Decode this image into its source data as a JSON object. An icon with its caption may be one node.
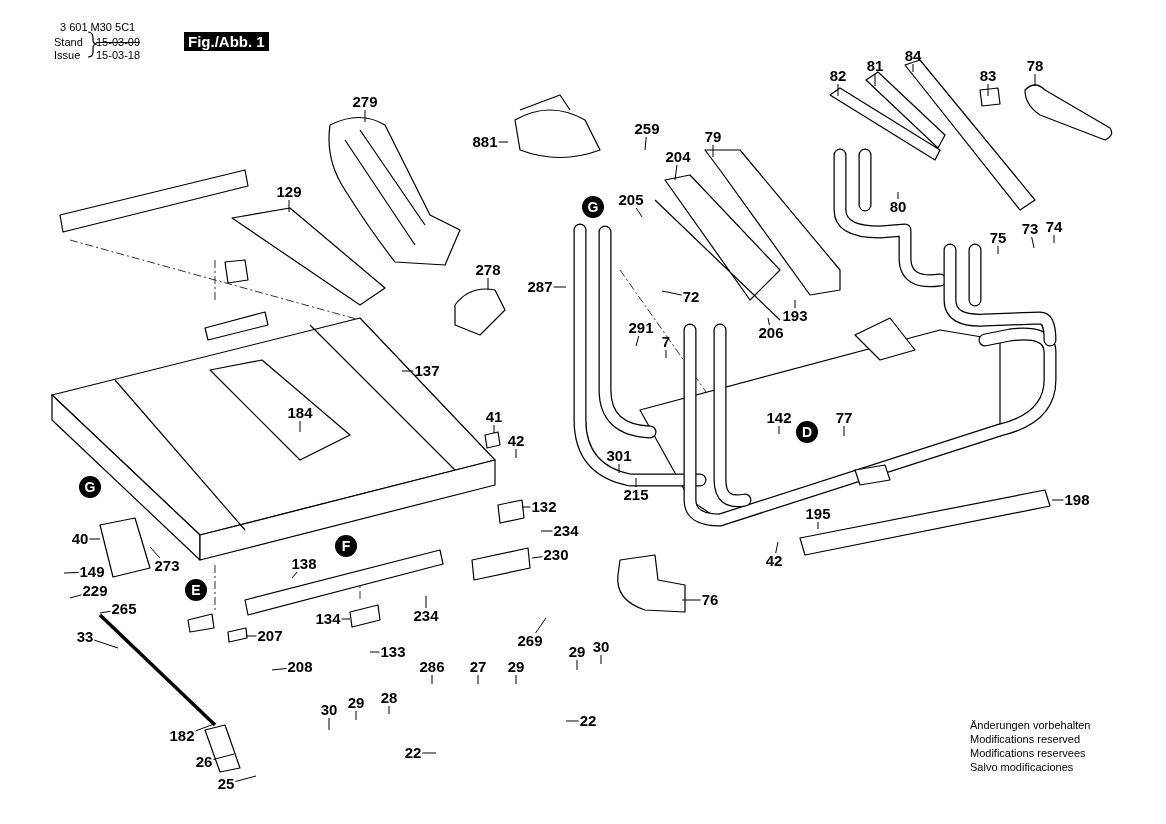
{
  "diagram": {
    "nodes": [
      {
        "text": [
          "279"
        ]
      },
      {
        "text": [
          "881"
        ]
      },
      {
        "text": [
          "259"
        ]
      },
      {
        "text": [
          "204"
        ]
      },
      {
        "text": [
          "79"
        ]
      },
      {
        "text": [
          "82"
        ]
      },
      {
        "text": [
          "81"
        ]
      },
      {
        "text": [
          "84"
        ]
      },
      {
        "text": [
          "83"
        ]
      },
      {
        "text": [
          "78"
        ]
      },
      {
        "text": [
          "129"
        ]
      },
      {
        "text": [
          "205"
        ]
      },
      {
        "text": [
          "80"
        ]
      },
      {
        "text": [
          "75"
        ]
      },
      {
        "text": [
          "73"
        ]
      },
      {
        "text": [
          "74"
        ]
      },
      {
        "text": [
          "278"
        ]
      },
      {
        "text": [
          "287"
        ]
      },
      {
        "text": [
          "72"
        ]
      },
      {
        "text": [
          "206"
        ]
      },
      {
        "text": [
          "193"
        ]
      },
      {
        "text": [
          "291"
        ]
      },
      {
        "text": [
          "7"
        ]
      },
      {
        "text": [
          "137"
        ]
      },
      {
        "text": [
          "184"
        ]
      },
      {
        "text": [
          "41"
        ]
      },
      {
        "text": [
          "42"
        ]
      },
      {
        "text": [
          "142"
        ]
      },
      {
        "text": [
          "77"
        ]
      },
      {
        "text": [
          "301"
        ]
      },
      {
        "text": [
          "215"
        ]
      },
      {
        "text": [
          "198"
        ]
      },
      {
        "text": [
          "132"
        ]
      },
      {
        "text": [
          "234"
        ]
      },
      {
        "text": [
          "195"
        ]
      },
      {
        "text": [
          "40"
        ]
      },
      {
        "text": [
          "273"
        ]
      },
      {
        "text": [
          "230"
        ]
      },
      {
        "text": [
          "138"
        ]
      },
      {
        "text": [
          "42"
        ]
      },
      {
        "text": [
          "76"
        ]
      },
      {
        "text": [
          "149"
        ]
      },
      {
        "text": [
          "229"
        ]
      },
      {
        "text": [
          "265"
        ]
      },
      {
        "text": [
          "234"
        ]
      },
      {
        "text": [
          "134"
        ]
      },
      {
        "text": [
          "207"
        ]
      },
      {
        "text": [
          "133"
        ]
      },
      {
        "text": [
          "269"
        ]
      },
      {
        "text": [
          "33"
        ]
      },
      {
        "text": [
          "208"
        ]
      },
      {
        "text": [
          "286"
        ]
      },
      {
        "text": [
          "27"
        ]
      },
      {
        "text": [
          "29"
        ]
      },
      {
        "text": [
          "29"
        ]
      },
      {
        "text": [
          "30"
        ]
      },
      {
        "text": [
          "28"
        ]
      },
      {
        "text": [
          "29"
        ]
      },
      {
        "text": [
          "30"
        ]
      },
      {
        "text": [
          "22"
        ]
      },
      {
        "text": [
          "22"
        ]
      },
      {
        "text": [
          "182"
        ]
      },
      {
        "text": [
          "26"
        ]
      },
      {
        "text": [
          "25"
        ]
      },
      {
        "text": [
          "G"
        ]
      },
      {
        "text": [
          "G"
        ]
      },
      {
        "text": [
          "F"
        ]
      },
      {
        "text": [
          "E"
        ]
      },
      {
        "text": [
          "D"
        ]
      }
    ],
    "edges": [
      {
        "from": 0,
        "to": null,
        "arrow": "none"
      },
      {
        "from": 1,
        "to": null,
        "arrow": "none"
      },
      {
        "from": 2,
        "to": null,
        "arrow": "none"
      },
      {
        "from": 3,
        "to": null,
        "arrow": "none"
      },
      {
        "from": 4,
        "to": null,
        "arrow": "none"
      },
      {
        "from": 5,
        "to": null,
        "arrow": "none"
      },
      {
        "from": 6,
        "to": null,
        "arrow": "none"
      },
      {
        "from": 7,
        "to": null,
        "arrow": "none"
      },
      {
        "from": 8,
        "to": null,
        "arrow": "none"
      },
      {
        "from": 9,
        "to": null,
        "arrow": "none"
      },
      {
        "from": 10,
        "to": null,
        "arrow": "none"
      },
      {
        "from": 11,
        "to": null,
        "arrow": "none"
      },
      {
        "from": 12,
        "to": null,
        "arrow": "none"
      },
      {
        "from": 13,
        "to": null,
        "arrow": "none"
      },
      {
        "from": 14,
        "to": null,
        "arrow": "none"
      },
      {
        "from": 15,
        "to": null,
        "arrow": "none"
      },
      {
        "from": 16,
        "to": null,
        "arrow": "none"
      },
      {
        "from": 17,
        "to": null,
        "arrow": "none"
      },
      {
        "from": 18,
        "to": null,
        "arrow": "none"
      },
      {
        "from": 19,
        "to": null,
        "arrow": "none"
      },
      {
        "from": 20,
        "to": null,
        "arrow": "none"
      },
      {
        "from": 21,
        "to": null,
        "arrow": "none"
      },
      {
        "from": 22,
        "to": null,
        "arrow": "none"
      },
      {
        "from": 23,
        "to": null,
        "arrow": "none"
      },
      {
        "from": 24,
        "to": null,
        "arrow": "none"
      },
      {
        "from": 25,
        "to": null,
        "arrow": "none"
      },
      {
        "from": 26,
        "to": null,
        "arrow": "none"
      },
      {
        "from": 27,
        "to": null,
        "arrow": "none"
      },
      {
        "from": 28,
        "to": null,
        "arrow": "none"
      },
      {
        "from": 29,
        "to": null,
        "arrow": "none"
      },
      {
        "from": 30,
        "to": null,
        "arrow": "none"
      },
      {
        "from": 31,
        "to": null,
        "arrow": "none"
      },
      {
        "from": 32,
        "to": null,
        "arrow": "none"
      },
      {
        "from": 33,
        "to": null,
        "arrow": "none"
      },
      {
        "from": 34,
        "to": null,
        "arrow": "none"
      },
      {
        "from": 35,
        "to": null,
        "arrow": "none"
      },
      {
        "from": 36,
        "to": null,
        "arrow": "none"
      },
      {
        "from": 37,
        "to": null,
        "arrow": "none"
      },
      {
        "from": 38,
        "to": null,
        "arrow": "none"
      },
      {
        "from": 39,
        "to": null,
        "arrow": "none"
      },
      {
        "from": 40,
        "to": null,
        "arrow": "none"
      },
      {
        "from": 41,
        "to": null,
        "arrow": "none"
      },
      {
        "from": 42,
        "to": null,
        "arrow": "none"
      },
      {
        "from": 43,
        "to": null,
        "arrow": "none"
      },
      {
        "from": 44,
        "to": null,
        "arrow": "none"
      },
      {
        "from": 45,
        "to": null,
        "arrow": "none"
      },
      {
        "from": 46,
        "to": null,
        "arrow": "none"
      },
      {
        "from": 47,
        "to": null,
        "arrow": "none"
      },
      {
        "from": 48,
        "to": null,
        "arrow": "none"
      },
      {
        "from": 49,
        "to": null,
        "arrow": "none"
      },
      {
        "from": 50,
        "to": null,
        "arrow": "none"
      },
      {
        "from": 51,
        "to": null,
        "arrow": "none"
      },
      {
        "from": 52,
        "to": null,
        "arrow": "none"
      },
      {
        "from": 53,
        "to": null,
        "arrow": "none"
      },
      {
        "from": 54,
        "to": null,
        "arrow": "none"
      },
      {
        "from": 55,
        "to": null,
        "arrow": "none"
      },
      {
        "from": 56,
        "to": null,
        "arrow": "none"
      },
      {
        "from": 57,
        "to": null,
        "arrow": "none"
      },
      {
        "from": 58,
        "to": null,
        "arrow": "none"
      },
      {
        "from": 59,
        "to": null,
        "arrow": "none"
      },
      {
        "from": 60,
        "to": null,
        "arrow": "none"
      },
      {
        "from": 61,
        "to": null,
        "arrow": "none"
      },
      {
        "from": 62,
        "to": null,
        "arrow": "none"
      },
      {
        "from": 63,
        "to": null,
        "arrow": "none"
      }
    ],
    "labels": [
      "3 601 M30 5C1",
      "Stand",
      "15-03-09",
      "Fig./Abb. 1",
      "Issue",
      "15-03-18",
      "Änderungen vorbehalten",
      "Modifications reserved",
      "Modifications reservees",
      "Salvo modificaciones"
    ]
  }
}
